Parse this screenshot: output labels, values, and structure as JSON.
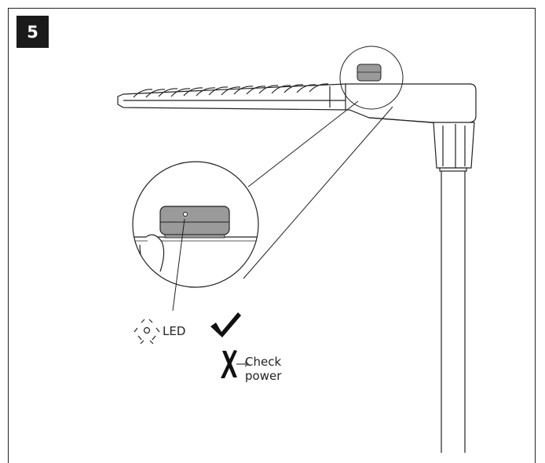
{
  "step": {
    "number": "5"
  },
  "labels": {
    "led": "LED",
    "check_line1": "Check",
    "check_line2": "power"
  },
  "icons": {
    "led": "led-blink-icon",
    "ok": "checkmark-icon",
    "fail": "cross-icon",
    "arrow": "arrow-right-icon"
  },
  "colors": {
    "stroke": "#222222",
    "module": "#9a9a9a",
    "arrow": "#888888"
  }
}
